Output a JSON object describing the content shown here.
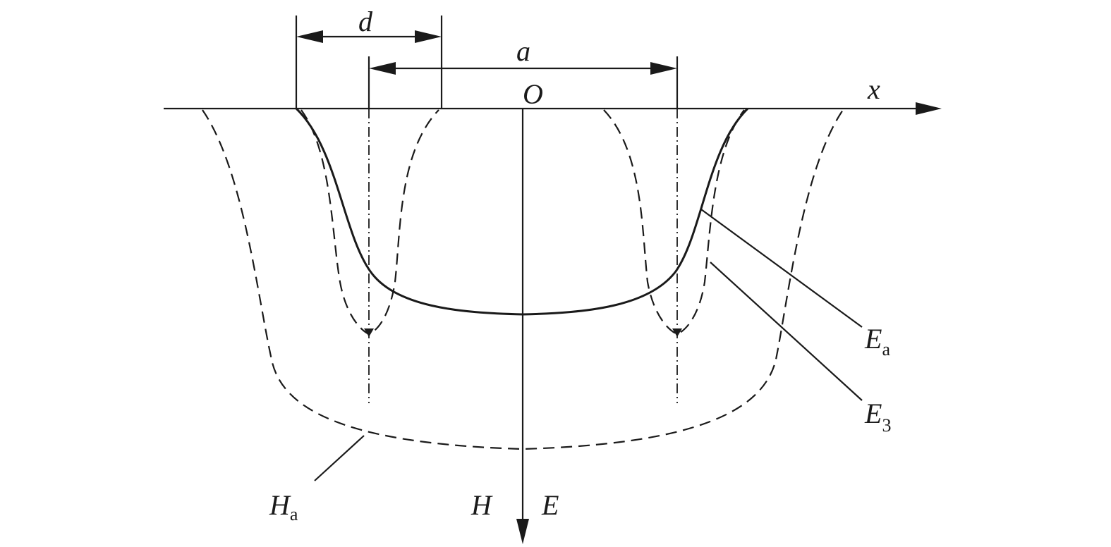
{
  "labels": {
    "d": "d",
    "a": "a",
    "O": "O",
    "x": "x",
    "E_a_main": "E",
    "E_a_sub": "a",
    "E_3_main": "E",
    "E_3_sub": "3",
    "H_a_main": "H",
    "H_a_sub": "a",
    "H": "H",
    "E": "E"
  },
  "colors": {
    "ink": "#1a1a1a",
    "background": "#ffffff"
  }
}
